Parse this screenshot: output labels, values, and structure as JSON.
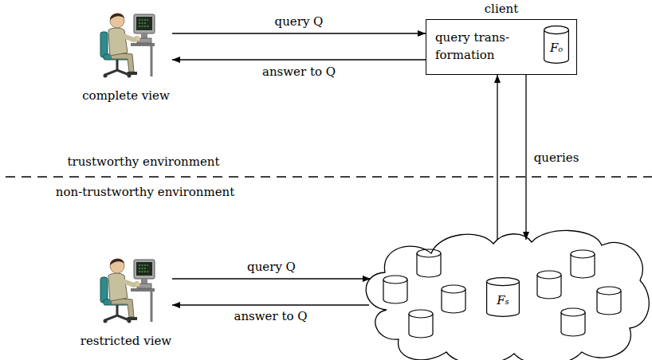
{
  "diagram": {
    "nodes": [
      {
        "text": [
          "complete view"
        ]
      },
      {
        "text": [
          "client",
          "query trans- formation"
        ]
      },
      {
        "text": [
          "Fₒ"
        ],
        "in": 1
      },
      {
        "text": [
          "restricted view"
        ]
      },
      {
        "text": []
      },
      {
        "text": [
          "Fₛ"
        ],
        "in": 4
      }
    ],
    "edges": [
      {
        "from": 0,
        "to": 1,
        "label": "query Q",
        "arrow": "to"
      },
      {
        "from": 1,
        "to": 0,
        "label": "answer to Q",
        "arrow": "to"
      },
      {
        "from": 1,
        "to": 4,
        "label": "queries",
        "arrow": "to"
      },
      {
        "from": 4,
        "to": 1,
        "arrow": "to"
      },
      {
        "from": 3,
        "to": 4,
        "label": "query Q",
        "arrow": "to"
      },
      {
        "from": 4,
        "to": 3,
        "label": "answer to Q",
        "arrow": "to"
      }
    ],
    "labels": [
      "trustworthy environment",
      "non-trustworthy environment"
    ]
  }
}
